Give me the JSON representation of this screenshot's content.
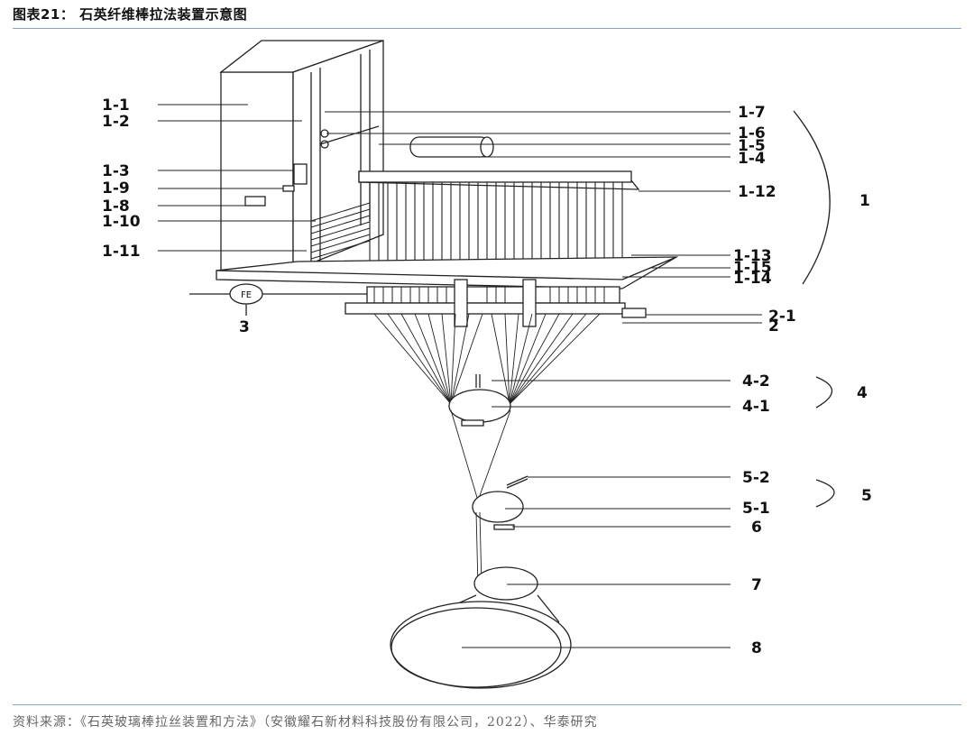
{
  "figure": {
    "title": "图表21： 石英纤维棒拉法装置示意图",
    "source": "资料来源：《石英玻璃棒拉丝装置和方法》（安徽耀石新材料科技股份有限公司，2022）、华泰研究"
  },
  "labels": {
    "l1_1": "1-1",
    "l1_2": "1-2",
    "l1_3": "1-3",
    "l1_9": "1-9",
    "l1_8": "1-8",
    "l1_10": "1-10",
    "l1_11": "1-11",
    "l1_7": "1-7",
    "l1_6": "1-6",
    "l1_5": "1-5",
    "l1_4": "1-4",
    "l1_12": "1-12",
    "l1_13": "1-13",
    "l1_15": "1-15",
    "l1_14": "1-14",
    "l2_1": "2-1",
    "l2": "2",
    "l3": "3",
    "fe": "FE",
    "l4_2": "4-2",
    "l4_1": "4-1",
    "l5_2": "5-2",
    "l5_1": "5-1",
    "l6": "6",
    "l7": "7",
    "l8": "8"
  },
  "groups": {
    "g1": "1",
    "g4": "4",
    "g5": "5"
  }
}
